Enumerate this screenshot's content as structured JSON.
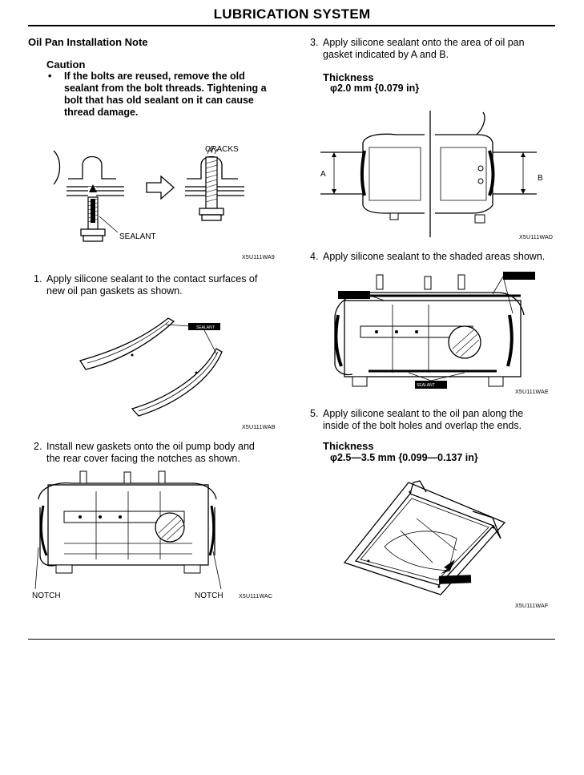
{
  "header": {
    "title": "LUBRICATION SYSTEM"
  },
  "left": {
    "section_title": "Oil Pan Installation Note",
    "caution_title": "Caution",
    "caution_bullet": "•",
    "caution_lines": [
      "If the bolts are reused, remove the old",
      "sealant from the bolt threads. Tightening a",
      "bolt that has old sealant on it can cause",
      "thread damage."
    ],
    "fig1": {
      "label_cracks": "CRACKS",
      "label_sealant": "SEALANT",
      "code": "X5U111WA9"
    },
    "step1": {
      "number": "1.",
      "lines": [
        "Apply silicone sealant to the contact surfaces of",
        "new oil pan gaskets as shown."
      ]
    },
    "fig2": {
      "code": "X5U111WAB"
    },
    "step2": {
      "number": "2.",
      "lines": [
        "Install new gaskets onto the oil pump body and",
        "the rear cover facing the notches as shown."
      ]
    },
    "fig3": {
      "label_notch_left": "NOTCH",
      "label_notch_right": "NOTCH",
      "code": "X5U111WAC"
    }
  },
  "right": {
    "step3": {
      "number": "3.",
      "lines": [
        "Apply silicone sealant onto the area of oil pan",
        "gasket indicated by A and B."
      ],
      "thickness_title": "Thickness",
      "thickness_value": "φ2.0 mm {0.079 in}"
    },
    "fig4": {
      "label_a": "A",
      "label_b": "B",
      "code": "X5U111WAD"
    },
    "step4": {
      "number": "4.",
      "lines": [
        "Apply silicone sealant to the shaded areas shown."
      ]
    },
    "fig5": {
      "code": "X5U111WAE",
      "tube_label": "SEALANT"
    },
    "step5": {
      "number": "5.",
      "lines": [
        "Apply silicone sealant to the oil pan along the",
        "inside of the bolt holes and overlap the ends."
      ],
      "thickness_title": "Thickness",
      "thickness_value": "φ2.5—3.5 mm {0.099—0.137 in}"
    },
    "fig6": {
      "code": "X5U111WAF"
    }
  }
}
